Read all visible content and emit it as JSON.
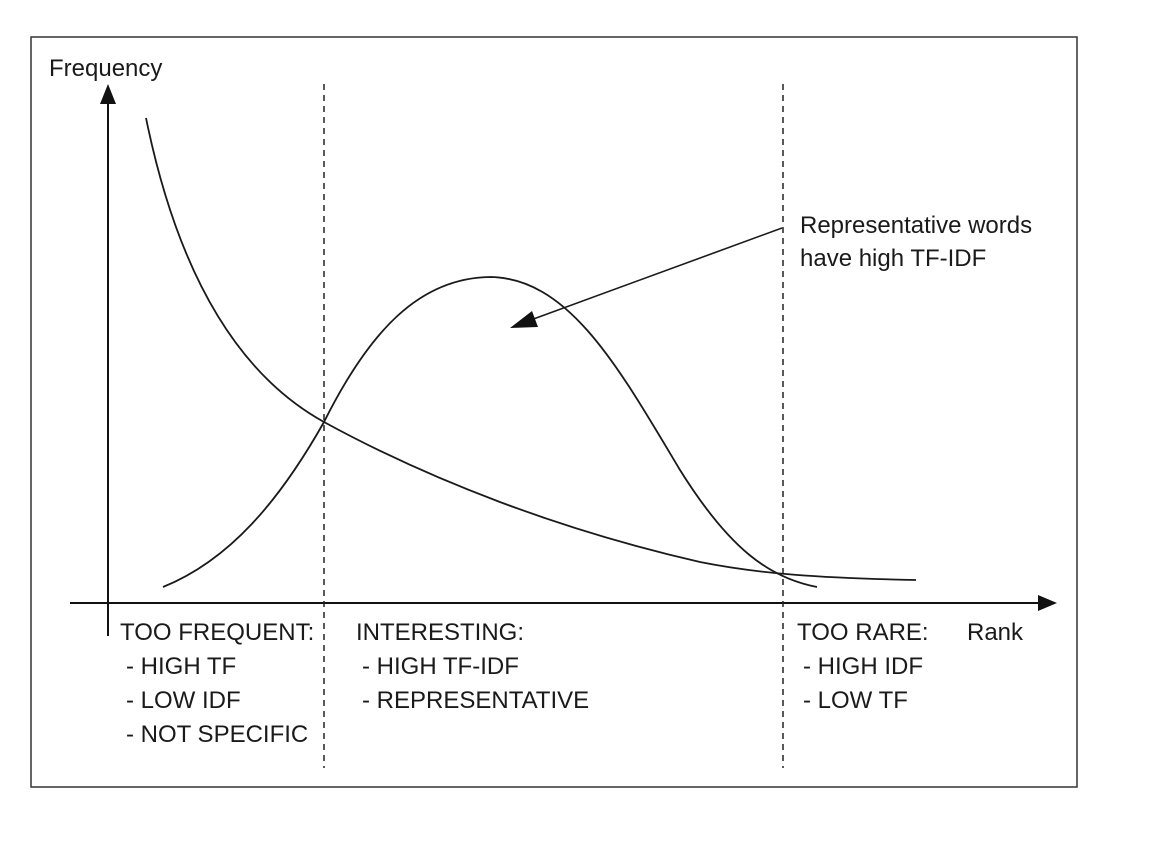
{
  "axes": {
    "y_label": "Frequency",
    "x_label": "Rank"
  },
  "annotation": {
    "line1": "Representative words",
    "line2": "have high TF-IDF"
  },
  "regions": {
    "too_frequent": {
      "heading": "TOO FREQUENT:",
      "items": [
        "- HIGH TF",
        "- LOW IDF",
        "- NOT SPECIFIC"
      ]
    },
    "interesting": {
      "heading": "INTERESTING:",
      "items": [
        "- HIGH TF-IDF",
        "- REPRESENTATIVE"
      ]
    },
    "too_rare": {
      "heading": "TOO RARE:",
      "items": [
        "- HIGH IDF",
        "- LOW TF"
      ]
    }
  },
  "colors": {
    "ink": "#1a1a1a",
    "background": "#ffffff"
  }
}
